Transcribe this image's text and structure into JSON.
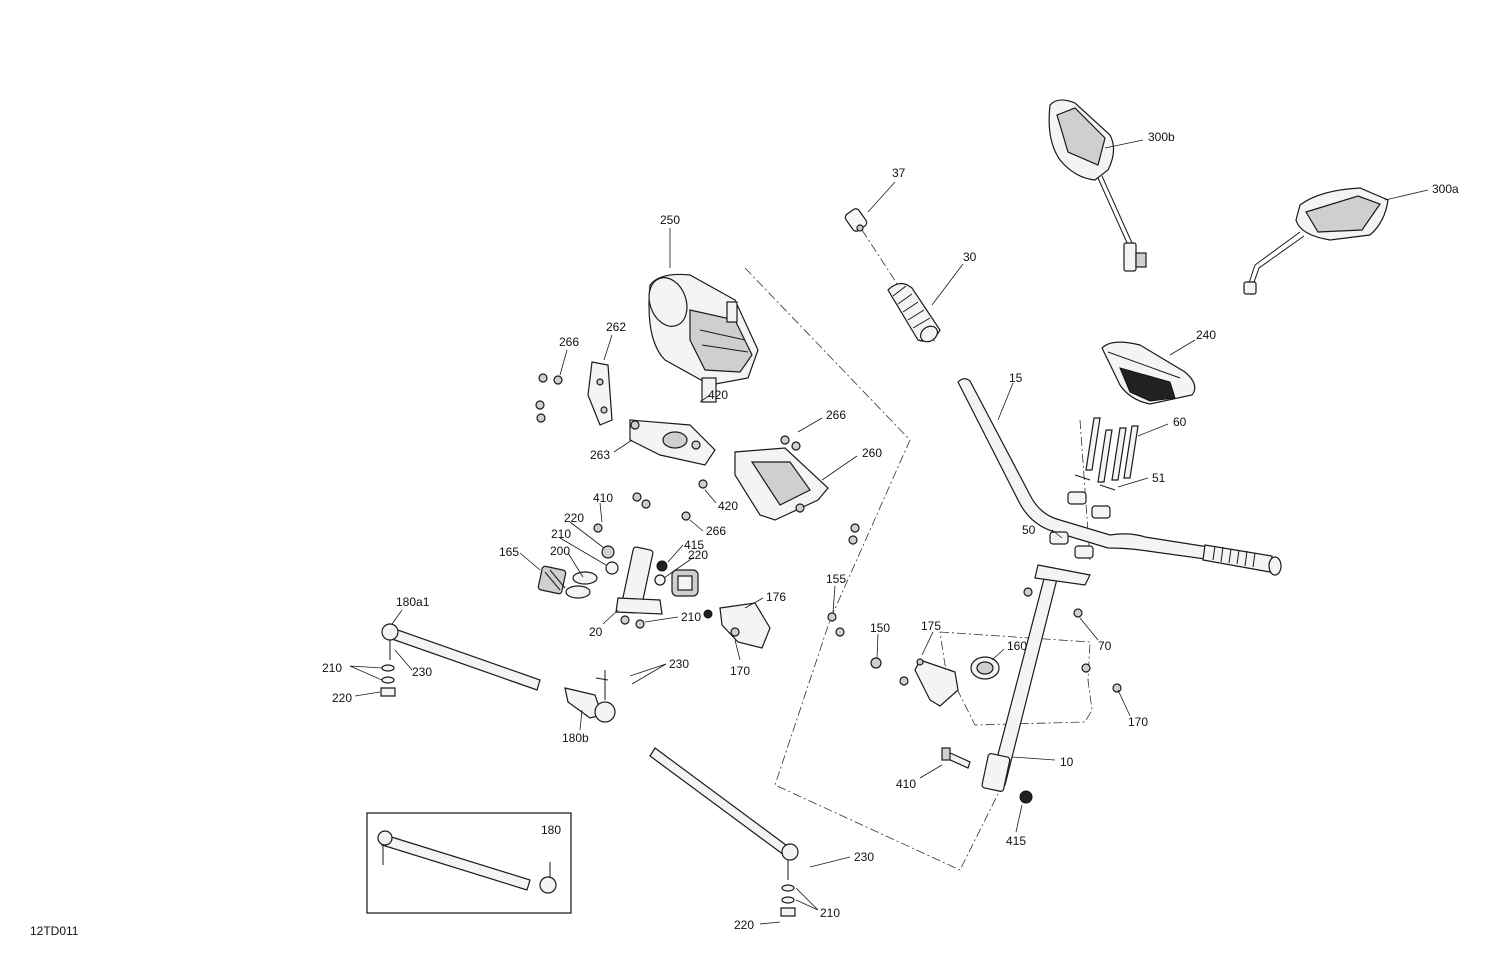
{
  "drawing_code": "12TD011",
  "inset_label": "180",
  "callouts": [
    {
      "id": "c37",
      "text": "37"
    },
    {
      "id": "c30",
      "text": "30"
    },
    {
      "id": "c300b",
      "text": "300b"
    },
    {
      "id": "c300a",
      "text": "300a"
    },
    {
      "id": "c250",
      "text": "250"
    },
    {
      "id": "c262",
      "text": "262"
    },
    {
      "id": "c266a",
      "text": "266"
    },
    {
      "id": "c420a",
      "text": "420"
    },
    {
      "id": "c266b",
      "text": "266"
    },
    {
      "id": "c263",
      "text": "263"
    },
    {
      "id": "c260",
      "text": "260"
    },
    {
      "id": "c420b",
      "text": "420"
    },
    {
      "id": "c410a",
      "text": "410"
    },
    {
      "id": "c266c",
      "text": "266"
    },
    {
      "id": "c220a",
      "text": "220"
    },
    {
      "id": "c210a",
      "text": "210"
    },
    {
      "id": "c415a",
      "text": "415"
    },
    {
      "id": "c220b",
      "text": "220"
    },
    {
      "id": "c200",
      "text": "200"
    },
    {
      "id": "c165",
      "text": "165"
    },
    {
      "id": "c240",
      "text": "240"
    },
    {
      "id": "c15",
      "text": "15"
    },
    {
      "id": "c60",
      "text": "60"
    },
    {
      "id": "c51",
      "text": "51"
    },
    {
      "id": "c50",
      "text": "50"
    },
    {
      "id": "c180a1",
      "text": "180a1"
    },
    {
      "id": "c176",
      "text": "176"
    },
    {
      "id": "c155",
      "text": "155"
    },
    {
      "id": "c20",
      "text": "20"
    },
    {
      "id": "c210b",
      "text": "210"
    },
    {
      "id": "c170a",
      "text": "170"
    },
    {
      "id": "c150",
      "text": "150"
    },
    {
      "id": "c175",
      "text": "175"
    },
    {
      "id": "c160",
      "text": "160"
    },
    {
      "id": "c70",
      "text": "70"
    },
    {
      "id": "c210c",
      "text": "210"
    },
    {
      "id": "c230a",
      "text": "230"
    },
    {
      "id": "c220c",
      "text": "220"
    },
    {
      "id": "c230b",
      "text": "230"
    },
    {
      "id": "c180b",
      "text": "180b"
    },
    {
      "id": "c170b",
      "text": "170"
    },
    {
      "id": "c410b",
      "text": "410"
    },
    {
      "id": "c10",
      "text": "10"
    },
    {
      "id": "c415b",
      "text": "415"
    },
    {
      "id": "c230c",
      "text": "230"
    },
    {
      "id": "c210d",
      "text": "210"
    },
    {
      "id": "c220d",
      "text": "220"
    }
  ]
}
